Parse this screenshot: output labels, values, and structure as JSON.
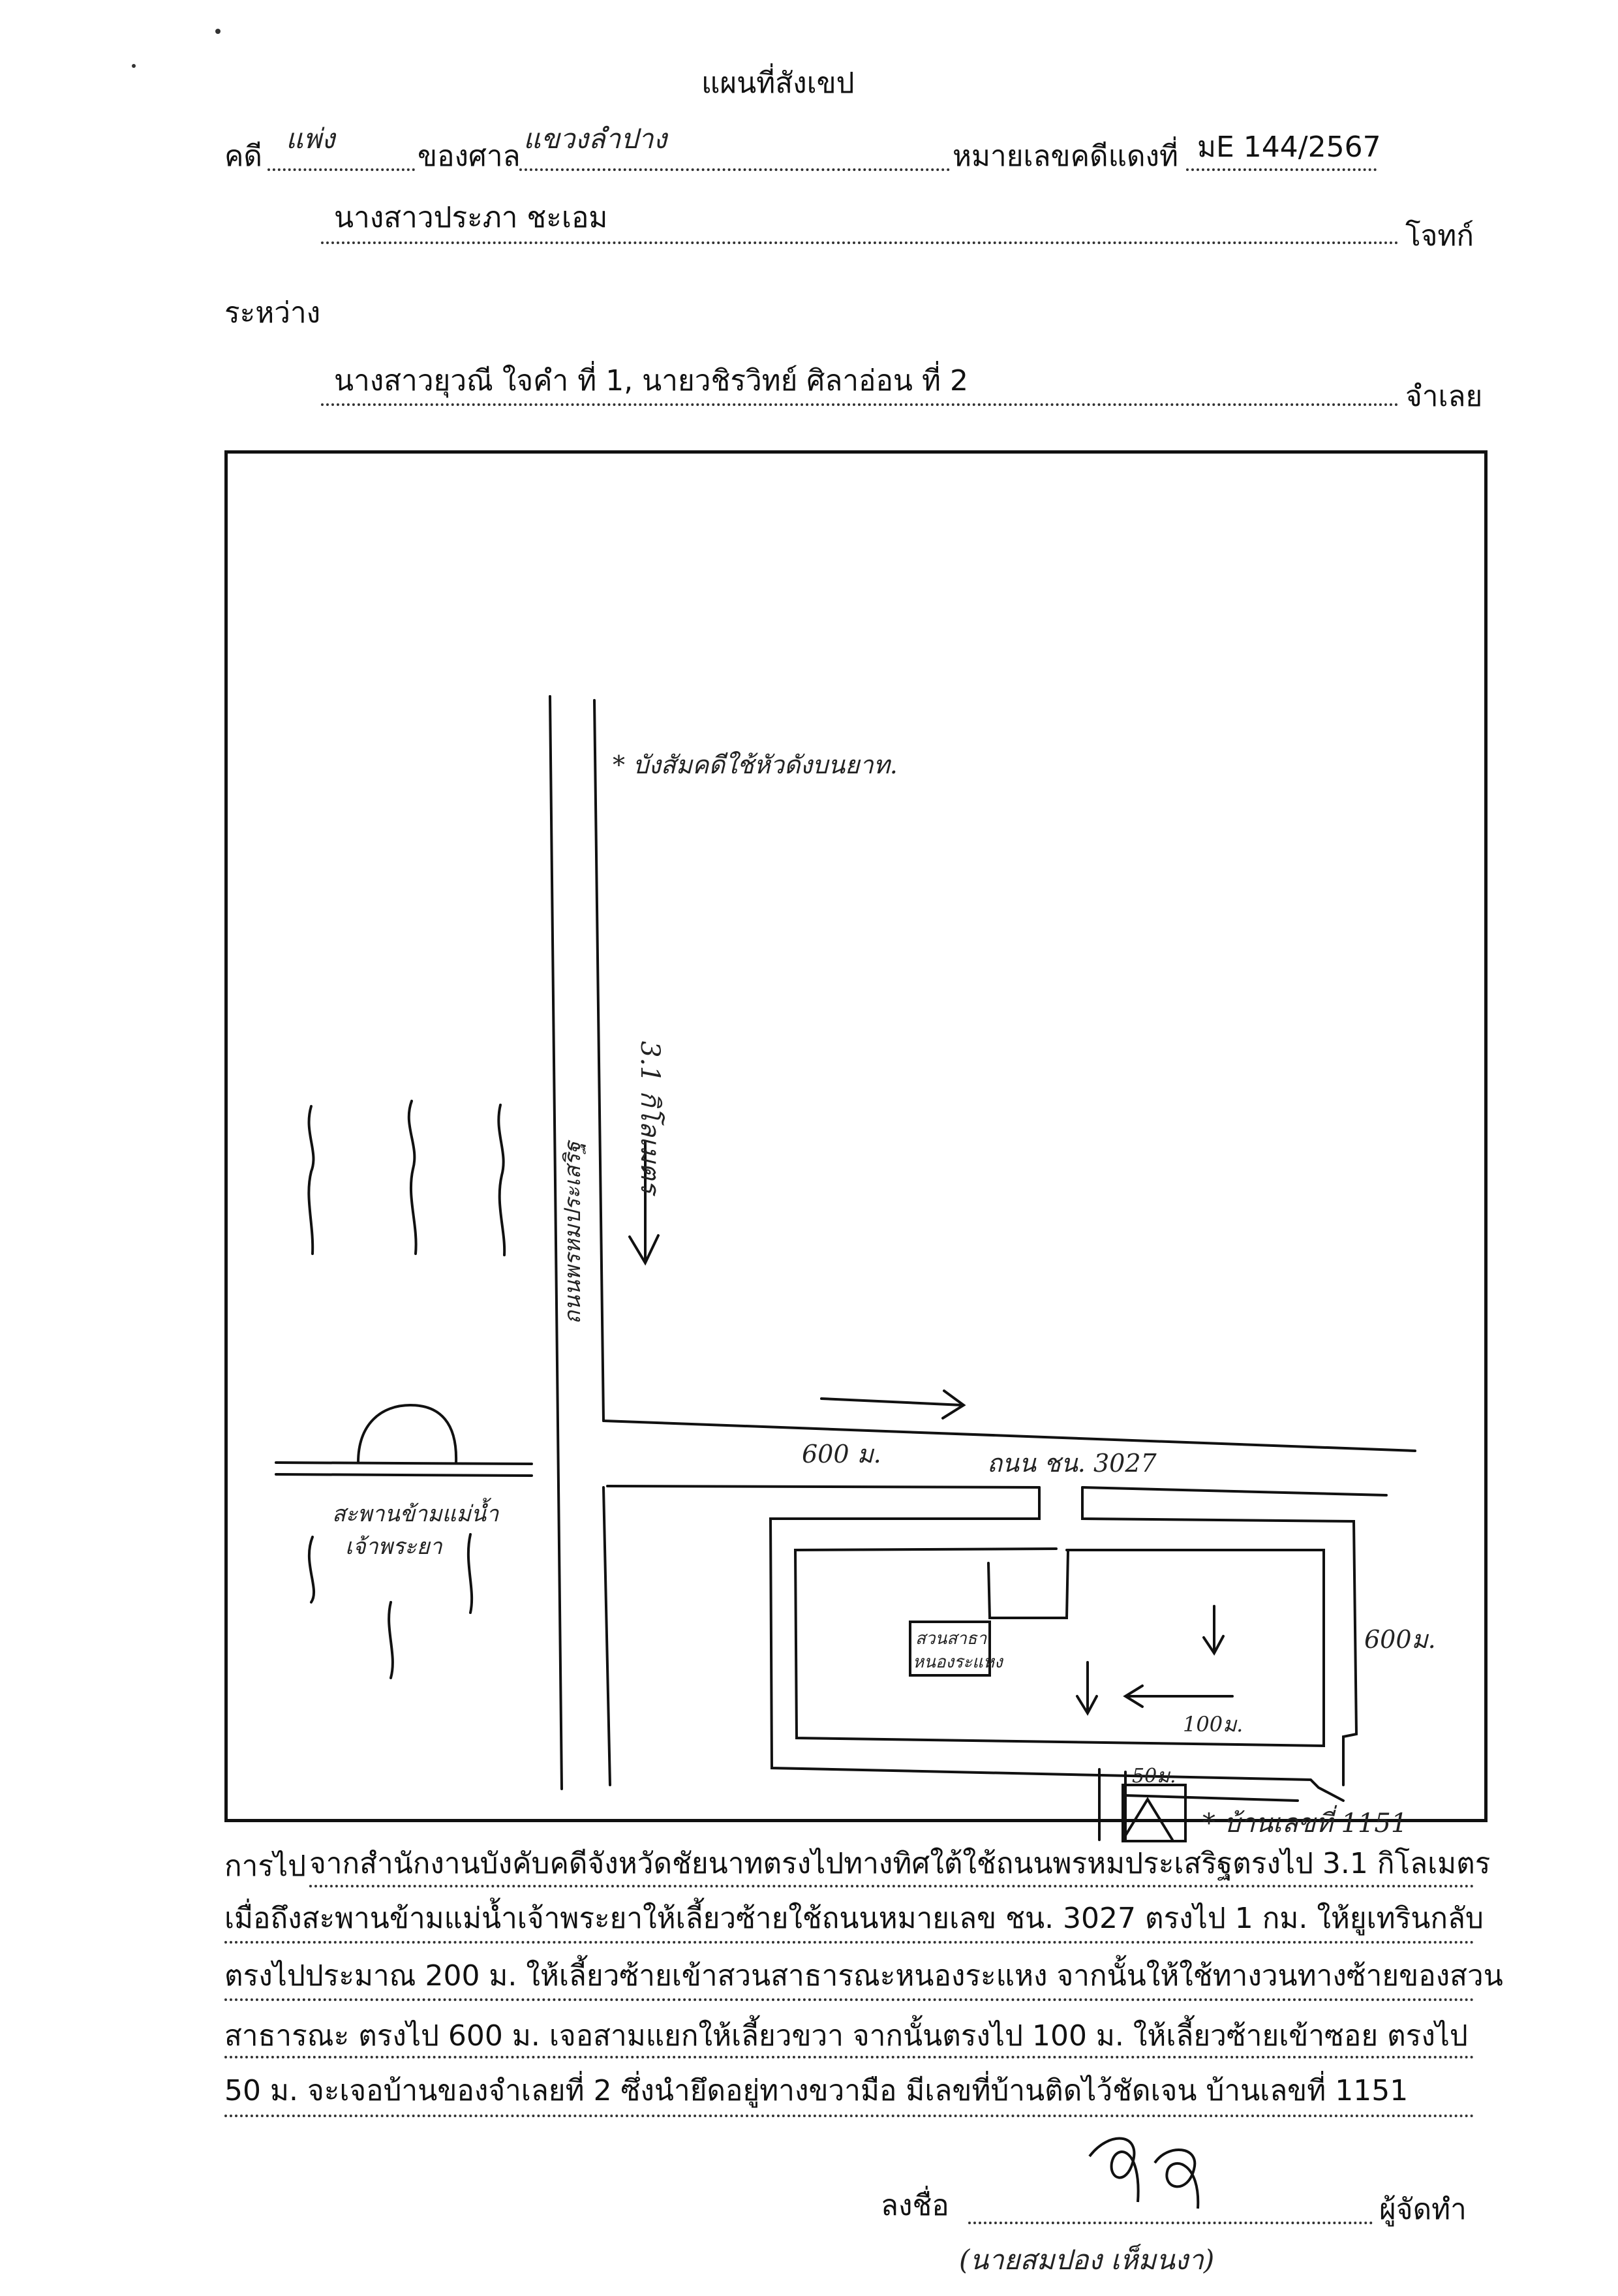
{
  "title": "แผนที่สังเขป",
  "header": {
    "case_label": "คดี",
    "case_type": "แพ่ง",
    "court_label": "ของศาล",
    "court_name": "แขวงลำปาง",
    "red_case_label": "หมายเลขคดีแดงที่",
    "red_case_no": "มE 144/2567",
    "plaintiff_name": "นางสาวประภา ชะเอม",
    "plaintiff_label": "โจทก์",
    "between_label": "ระหว่าง",
    "defendant_names": "นางสาวยุวณี ใจคำ ที่ 1, นายวชิรวิทย์ ศิลาอ่อน ที่ 2",
    "defendant_label": "จำเลย"
  },
  "map": {
    "note_top": "* บังสัมคดีใช้หัวดังบนยาท.",
    "dist_north": "3.1 กิโลเมตร",
    "road_vertical": "ถนนพรหมประเสริฐ",
    "dist_600_road": "600 ม.",
    "road_3027": "ถนน ชน. 3027",
    "bridge_label_1": "สะพานข้ามแม่น้ำ",
    "bridge_label_2": "เจ้าพระยา",
    "park_label_1": "สวนสาธา",
    "park_label_2": "หนองระแหง",
    "dist_600_right": "600ม.",
    "dist_100": "100ม.",
    "dist_50": "50ม.",
    "house_label": "* บ้านเลขที่ 1151"
  },
  "directions": {
    "label": "การไป",
    "lines": [
      "จากสำนักงานบังคับคดีจังหวัดชัยนาทตรงไปทางทิศใต้ใช้ถนนพรหมประเสริฐตรงไป 3.1 กิโลเมตร",
      "เมื่อถึงสะพานข้ามแม่น้ำเจ้าพระยาให้เลี้ยวซ้ายใช้ถนนหมายเลข ชน. 3027 ตรงไป 1 กม. ให้ยูเทรินกลับ",
      "ตรงไปประมาณ 200 ม. ให้เลี้ยวซ้ายเข้าสวนสาธารณะหนองระแหง จากนั้นให้ใช้ทางวนทางซ้ายของสวน",
      "สาธารณะ ตรงไป 600 ม. เจอสามแยกให้เลี้ยวขวา จากนั้นตรงไป 100 ม. ให้เลี้ยวซ้ายเข้าซอย ตรงไป",
      "50 ม. จะเจอบ้านของจำเลยที่ 2 ซึ่งนำยึดอยู่ทางขวามือ มีเลขที่บ้านติดไว้ชัดเจน บ้านเลขที่ 1151"
    ]
  },
  "signature": {
    "sign_label": "ลงชื่อ",
    "preparer_label": "ผู้จัดทำ",
    "signer_name": "(นายสมปอง เห็มนงา)"
  }
}
